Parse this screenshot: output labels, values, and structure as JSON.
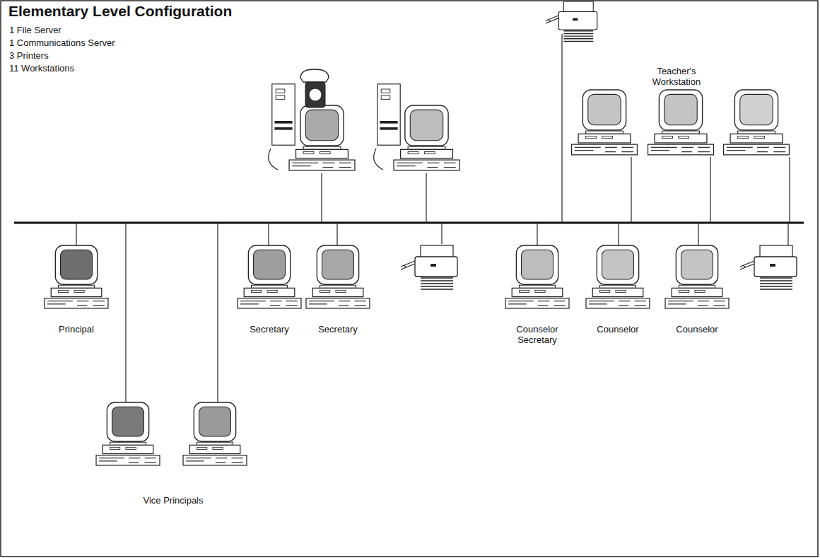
{
  "diagram": {
    "title": "Elementary Level Configuration",
    "labels": [
      "1 File Server",
      "1 Communications Server",
      "3 Printers",
      "11 Workstations",
      "Teacher's Workstation",
      "Principal",
      "Secretary",
      "Secretary",
      "Counselor Secretary",
      "Counselor",
      "Counselor",
      "Vice Principals"
    ]
  }
}
